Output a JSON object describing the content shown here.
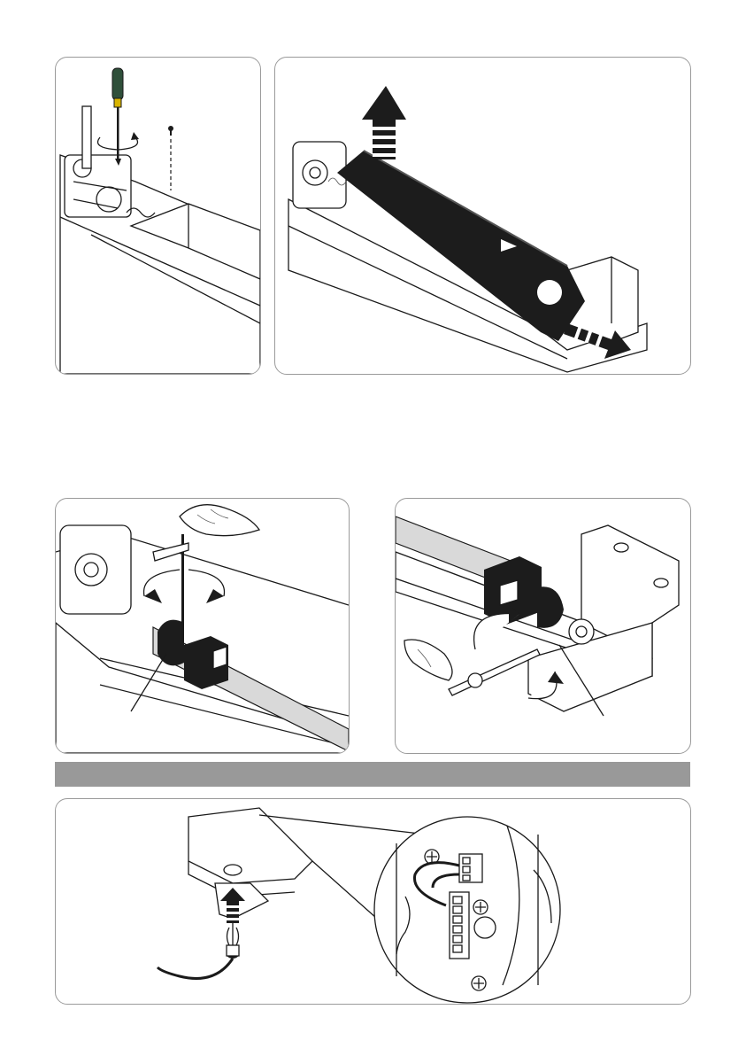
{
  "page": {
    "background": "#ffffff"
  },
  "colors": {
    "line": "#1a1a1a",
    "panel_border": "#9a9a9a",
    "section_bar": "#999999",
    "dark_fill": "#1c1c1c",
    "screwdriver_handle": "#2f4f3a",
    "screwdriver_collar": "#d8b400"
  },
  "figures": [
    {
      "id": "fig-remove-screw",
      "icons": [
        "screwdriver-icon",
        "rotate-arrow-icon",
        "screw-icon"
      ]
    },
    {
      "id": "fig-lift-cover",
      "icons": [
        "lift-arrow-icon",
        "slide-arrow-icon"
      ]
    },
    {
      "id": "fig-adjust-stop-left",
      "icons": [
        "hand-icon",
        "wrench-icon",
        "rotate-arrows-icon"
      ]
    },
    {
      "id": "fig-adjust-stop-right",
      "icons": [
        "hand-icon",
        "wrench-icon",
        "rotate-arrows-icon"
      ]
    },
    {
      "id": "fig-cable-entry",
      "icons": [
        "cable-gland-icon",
        "insert-arrow-icon"
      ]
    },
    {
      "id": "fig-terminal-board",
      "icons": [
        "terminal-block-icon",
        "screw-icon"
      ]
    }
  ]
}
